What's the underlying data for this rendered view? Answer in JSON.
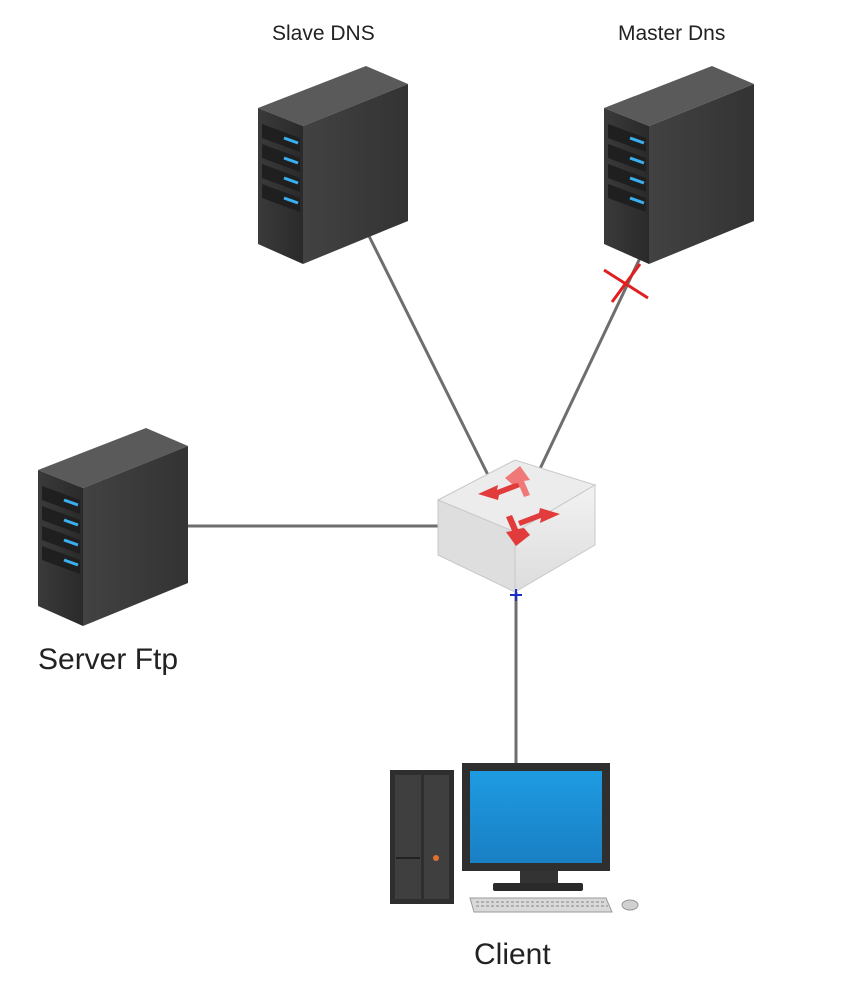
{
  "nodes": {
    "slave_dns": {
      "label": "Slave DNS",
      "icon": "server-tower-icon"
    },
    "master_dns": {
      "label": "Master Dns",
      "icon": "server-tower-icon"
    },
    "server_ftp": {
      "label": "Server Ftp",
      "icon": "server-tower-icon"
    },
    "switch": {
      "icon": "network-switch-icon"
    },
    "client": {
      "label": "Client",
      "icon": "desktop-computer-icon"
    }
  },
  "links": [
    {
      "from": "slave_dns",
      "to": "switch",
      "status": "ok"
    },
    {
      "from": "master_dns",
      "to": "switch",
      "status": "broken"
    },
    {
      "from": "server_ftp",
      "to": "switch",
      "status": "ok"
    },
    {
      "from": "client",
      "to": "switch",
      "status": "ok"
    }
  ],
  "colors": {
    "link": "#6e6e6e",
    "broken_marker": "#e02020",
    "switch_arrows": "#e23b3b",
    "server_led": "#3ab0f0",
    "screen": "#1b8fd6"
  }
}
